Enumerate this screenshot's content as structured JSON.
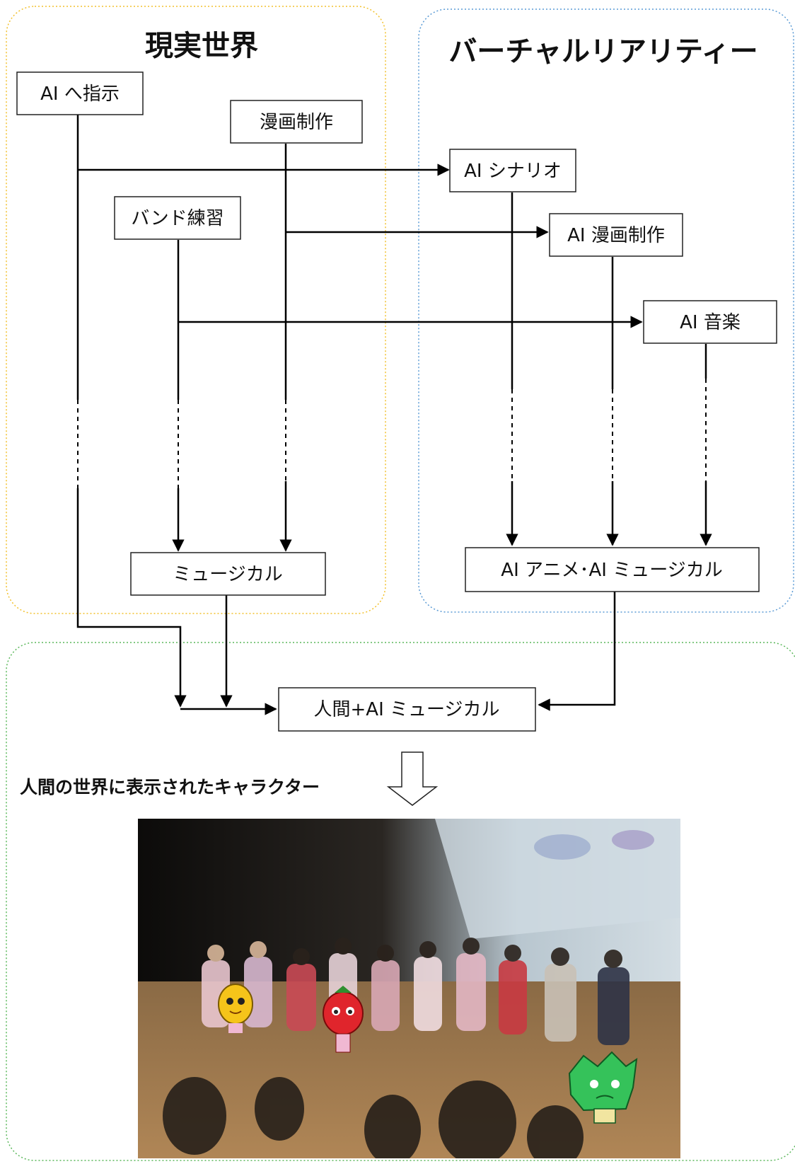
{
  "regions": {
    "real_world": {
      "title": "現実世界",
      "color": "#f2c12e"
    },
    "virtual_reality": {
      "title": "バーチャルリアリティー",
      "color": "#5b9bd5"
    },
    "combined": {
      "color": "#5cb85c"
    }
  },
  "nodes": {
    "ai_instruction": "AI へ指示",
    "manga_production": "漫画制作",
    "band_practice": "バンド練習",
    "ai_scenario": "AI シナリオ",
    "ai_manga": "AI 漫画制作",
    "ai_music": "AI 音楽",
    "musical": "ミュージカル",
    "ai_anime_musical": "AI アニメ･AI ミュージカル",
    "human_ai_musical": "人間+AI ミュージカル"
  },
  "caption": "人間の世界に表示されたキャラクター",
  "photo": {
    "description_icon": "stage-performance-photo",
    "characters": [
      "yellow-character-icon",
      "tomato-character-icon",
      "green-dragon-character-icon"
    ]
  }
}
